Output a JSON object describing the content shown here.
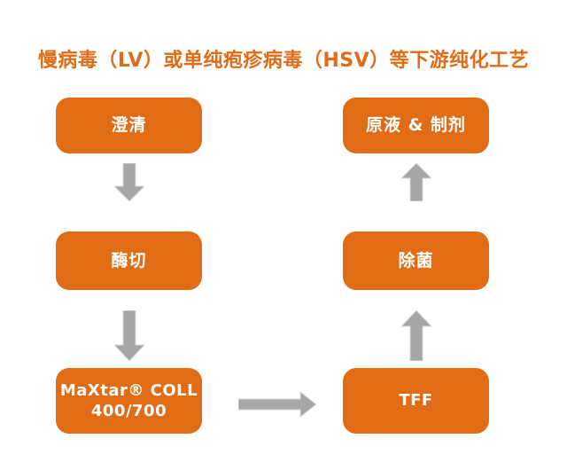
{
  "title": "慢病毒（LV）或单纯疱疹病毒（HSV）等下游纯化工艺",
  "colors": {
    "accent_orange": "#e06c15",
    "arrow_gray": "#a6a6a6",
    "arrow_outline": "#d9d9d9",
    "node_text": "#ffffff",
    "background": "#ffffff"
  },
  "flow": {
    "nodes": {
      "clarification": {
        "label": "澄清"
      },
      "enzyme_digestion": {
        "label": "酶切"
      },
      "maxtar_coll": {
        "line1": "MaXtar® COLL",
        "line2": "400/700"
      },
      "tff": {
        "label": "TFF"
      },
      "sterile_filtration": {
        "label": "除菌"
      },
      "bulk_formulation": {
        "label": "原液 & 制剂"
      }
    },
    "connections": [
      {
        "from": "clarification",
        "to": "enzyme_digestion",
        "direction": "down"
      },
      {
        "from": "enzyme_digestion",
        "to": "maxtar_coll",
        "direction": "down"
      },
      {
        "from": "maxtar_coll",
        "to": "tff",
        "direction": "right"
      },
      {
        "from": "tff",
        "to": "sterile_filtration",
        "direction": "up"
      },
      {
        "from": "sterile_filtration",
        "to": "bulk_formulation",
        "direction": "up"
      }
    ]
  }
}
